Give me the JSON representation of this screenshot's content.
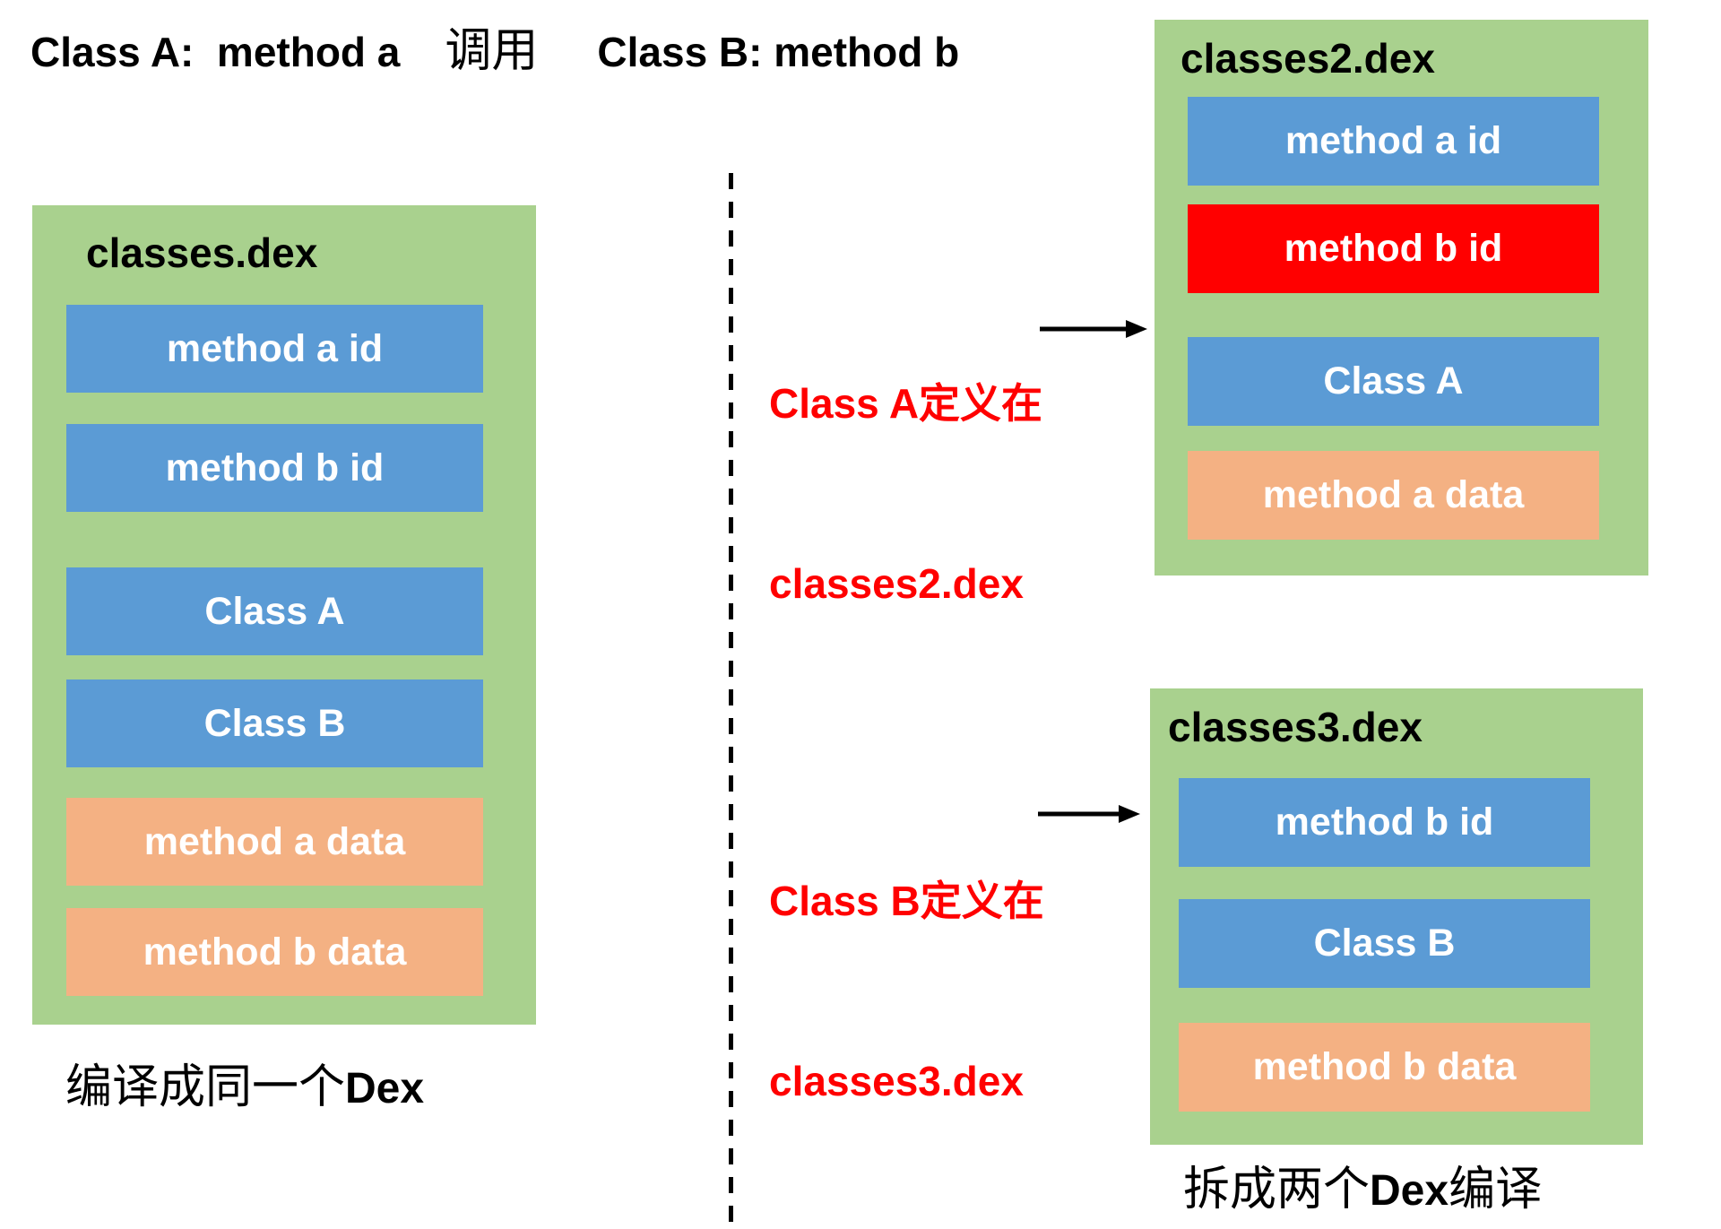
{
  "colors": {
    "green": "#A9D18E",
    "blue": "#5B9BD5",
    "orange": "#F4B183",
    "red": "#FF0000",
    "annotation_red": "#FF0000",
    "line_black": "#000000"
  },
  "header": {
    "left_part": "Class A:  method a",
    "call_word": "调用",
    "right_part": "Class B: method b"
  },
  "left_box": {
    "title": "classes.dex",
    "color": "green",
    "blocks": [
      {
        "label": "method a id",
        "color": "blue"
      },
      {
        "label": "method b id",
        "color": "blue"
      },
      {
        "label": "Class A",
        "color": "blue"
      },
      {
        "label": "Class B",
        "color": "blue"
      },
      {
        "label": "method a data",
        "color": "orange"
      },
      {
        "label": "method b data",
        "color": "orange"
      }
    ]
  },
  "left_caption": {
    "cn": "编译成同一个",
    "latin": "Dex"
  },
  "annotation_a": {
    "line1_latin": "Class A",
    "line1_cn": "定义在",
    "line2": "classes2.dex"
  },
  "annotation_b": {
    "line1_latin": "Class B",
    "line1_cn": "定义在",
    "line2": "classes3.dex"
  },
  "classes2_box": {
    "title": "classes2.dex",
    "color": "green",
    "blocks": [
      {
        "label": "method a id",
        "color": "blue"
      },
      {
        "label": "method b id",
        "color": "red"
      },
      {
        "label": "Class A",
        "color": "blue"
      },
      {
        "label": "method a data",
        "color": "orange"
      }
    ]
  },
  "classes3_box": {
    "title": "classes3.dex",
    "color": "green",
    "blocks": [
      {
        "label": "method b id",
        "color": "blue"
      },
      {
        "label": "Class B",
        "color": "blue"
      },
      {
        "label": "method b data",
        "color": "orange"
      }
    ]
  },
  "right_caption": {
    "cn1": "拆成两个",
    "latin": "Dex",
    "cn2": "编译"
  }
}
